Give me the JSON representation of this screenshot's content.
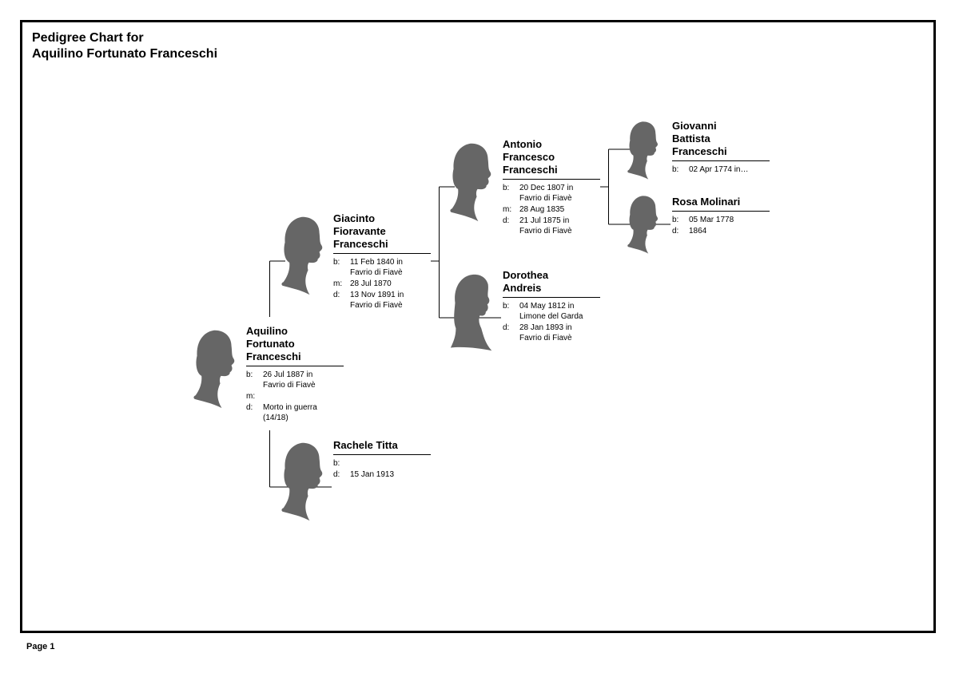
{
  "page": {
    "title_line1": "Pedigree Chart for",
    "title_line2": "Aquilino Fortunato Franceschi",
    "footer": "Page 1"
  },
  "people": {
    "aquilino": {
      "name": "Aquilino\nFortunato\nFranceschi",
      "silhouette": "male-silhouette-icon",
      "facts": [
        {
          "label": "b:",
          "value": "26 Jul 1887 in\nFavrio di Fiavè"
        },
        {
          "label": "m:",
          "value": ""
        },
        {
          "label": "d:",
          "value": "Morto in guerra\n(14/18)"
        }
      ]
    },
    "rachele": {
      "name": "Rachele Titta",
      "silhouette": "male-silhouette-icon",
      "facts": [
        {
          "label": "b:",
          "value": ""
        },
        {
          "label": "d:",
          "value": "15 Jan 1913"
        }
      ]
    },
    "giacinto": {
      "name": "Giacinto\nFioravante\nFranceschi",
      "silhouette": "male-silhouette-icon",
      "facts": [
        {
          "label": "b:",
          "value": "11 Feb 1840 in\nFavrio di Fiavè"
        },
        {
          "label": "m:",
          "value": "28 Jul 1870"
        },
        {
          "label": "d:",
          "value": "13 Nov 1891 in\nFavrio di Fiavè"
        }
      ]
    },
    "antonio": {
      "name": "Antonio\nFrancesco\nFranceschi",
      "silhouette": "male-silhouette-icon",
      "facts": [
        {
          "label": "b:",
          "value": "20 Dec 1807 in\nFavrio di Fiavè"
        },
        {
          "label": "m:",
          "value": "28 Aug 1835"
        },
        {
          "label": "d:",
          "value": "21 Jul 1875 in\nFavrio di Fiavè"
        }
      ]
    },
    "dorothea": {
      "name": "Dorothea\nAndreis",
      "silhouette": "female-silhouette-icon",
      "facts": [
        {
          "label": "b:",
          "value": "04 May 1812 in\nLimone del Garda"
        },
        {
          "label": "d:",
          "value": "28 Jan 1893 in\nFavrio di Fiavè"
        }
      ]
    },
    "giovanni": {
      "name": "Giovanni\nBattista\nFranceschi",
      "silhouette": "male-silhouette-icon",
      "facts": [
        {
          "label": "b:",
          "value": "02 Apr 1774 in…"
        }
      ]
    },
    "rosa": {
      "name": "Rosa Molinari",
      "silhouette": "male-silhouette-icon",
      "facts": [
        {
          "label": "b:",
          "value": "05 Mar 1778"
        },
        {
          "label": "d:",
          "value": "1864"
        }
      ]
    }
  }
}
